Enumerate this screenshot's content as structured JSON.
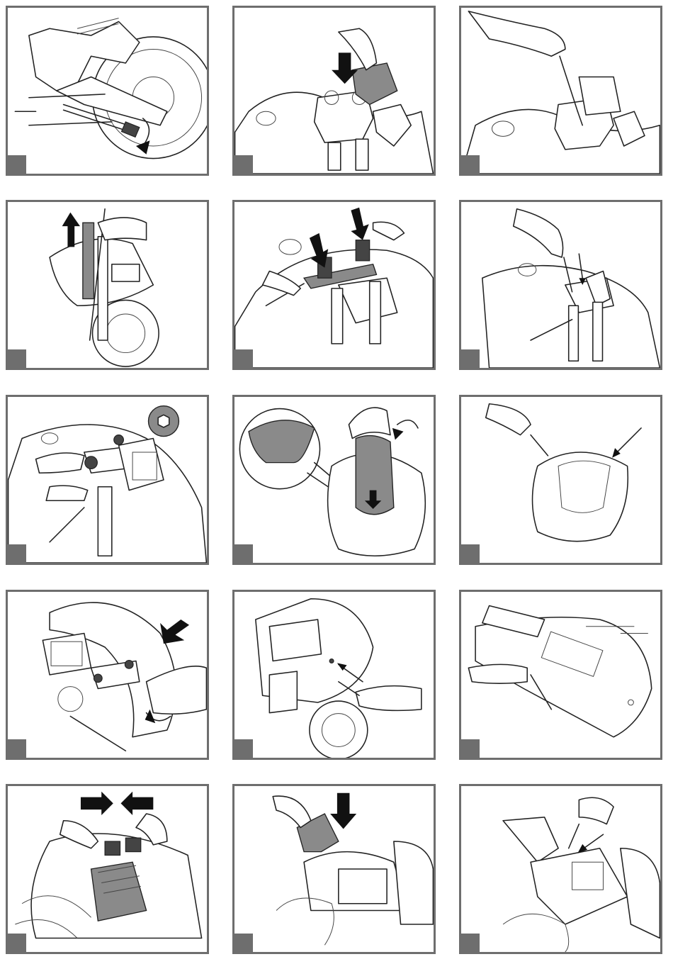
{
  "panels": [
    {
      "id": 1,
      "icon": "swingarm-wheel-wrench-illustration"
    },
    {
      "id": 2,
      "icon": "instrument-cluster-removal-illustration"
    },
    {
      "id": 3,
      "icon": "screwdriver-cluster-illustration"
    },
    {
      "id": 4,
      "icon": "fork-handlebar-lift-illustration"
    },
    {
      "id": 5,
      "icon": "triple-clamp-press-illustration"
    },
    {
      "id": 6,
      "icon": "screwdriver-fork-illustration"
    },
    {
      "id": 7,
      "icon": "handlebar-nut-illustration"
    },
    {
      "id": 8,
      "icon": "windscreen-fairing-illustration"
    },
    {
      "id": 9,
      "icon": "screwdriver-windscreen-illustration"
    },
    {
      "id": 10,
      "icon": "fairing-removal-illustration"
    },
    {
      "id": 11,
      "icon": "side-fairing-screw-illustration"
    },
    {
      "id": 12,
      "icon": "tail-panel-screw-illustration"
    },
    {
      "id": 13,
      "icon": "connector-unplug-illustration"
    },
    {
      "id": 14,
      "icon": "ecu-insert-illustration"
    },
    {
      "id": 15,
      "icon": "seat-screw-illustration"
    }
  ],
  "colors": {
    "frame": "#6e6e6e",
    "line": "#222222",
    "fill_dark": "#8a8a8a"
  }
}
